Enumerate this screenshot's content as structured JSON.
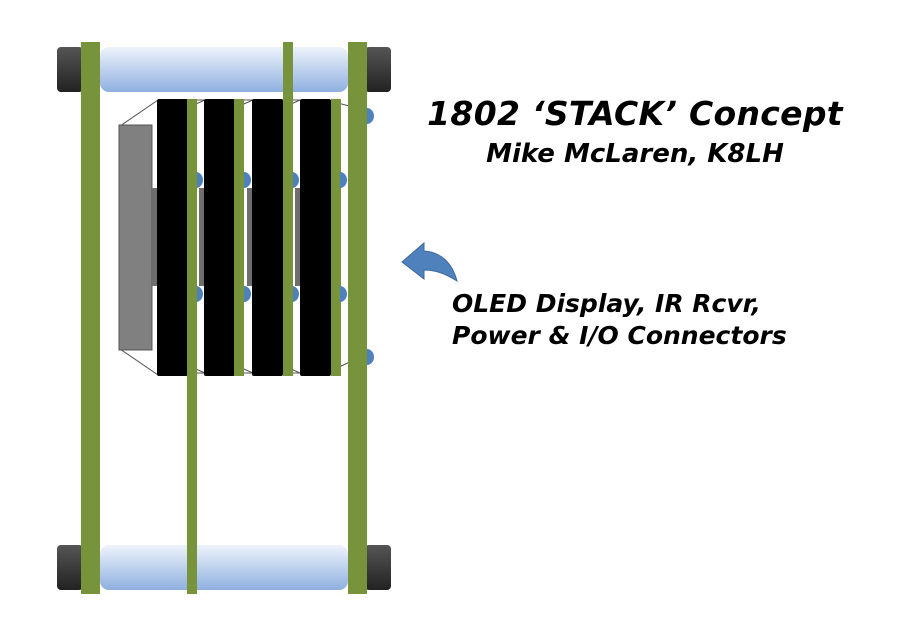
{
  "title": "1802 ‘STACK’ Concept",
  "subtitle": "Mike McLaren, K8LH",
  "callout": {
    "line1": "OLED Display,  IR Rcvr,",
    "line2": "Power & I/O Connectors"
  },
  "colors": {
    "pcb_green": "#77933c",
    "pcb_edge": "#5e7a2a",
    "standoff_blue_light": "#e8eef8",
    "standoff_blue_dark": "#8fb0e0",
    "module_black": "#000000",
    "oled_gray": "#808080",
    "connector_gray": "#444444",
    "arrow_blue": "#4f81bd",
    "knob_dark": "#3a3a3a"
  }
}
